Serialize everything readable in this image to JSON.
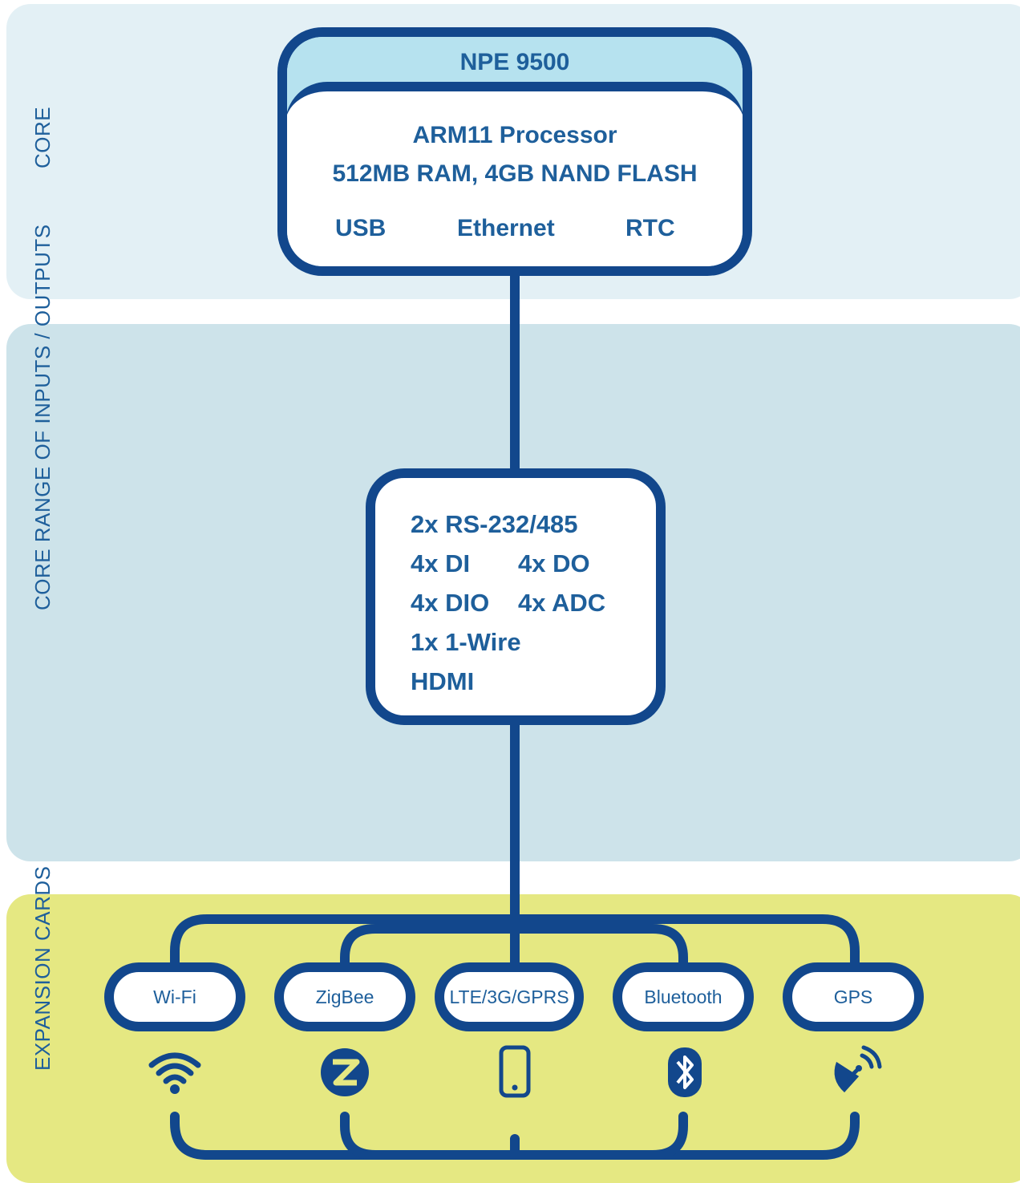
{
  "colors": {
    "navy": "#12478c",
    "core_band": "#e3f0f5",
    "io_band": "#cde3ea",
    "expansion_band": "#e5e882",
    "npe_header": "#b6e2ef",
    "text_blue": "#1e5f9b"
  },
  "bands": {
    "core": "CORE",
    "io": "CORE RANGE OF INPUTS / OUTPUTS",
    "expansion": "EXPANSION CARDS"
  },
  "npe": {
    "title": "NPE 9500",
    "line1": "ARM11 Processor",
    "line2": "512MB RAM, 4GB NAND FLASH",
    "ports": [
      "USB",
      "Ethernet",
      "RTC"
    ]
  },
  "io": {
    "lines": [
      [
        "2x RS-232/485"
      ],
      [
        "4x DI",
        "4x DO"
      ],
      [
        "4x DIO",
        "4x ADC"
      ],
      [
        "1x 1-Wire"
      ],
      [
        "HDMI"
      ]
    ]
  },
  "cards": [
    {
      "label": "Wi-Fi",
      "icon": "wifi-icon"
    },
    {
      "label": "ZigBee",
      "icon": "zigbee-icon"
    },
    {
      "label": "LTE/3G/GPRS",
      "icon": "phone-icon"
    },
    {
      "label": "Bluetooth",
      "icon": "bluetooth-icon"
    },
    {
      "label": "GPS",
      "icon": "satellite-dish-icon"
    }
  ]
}
